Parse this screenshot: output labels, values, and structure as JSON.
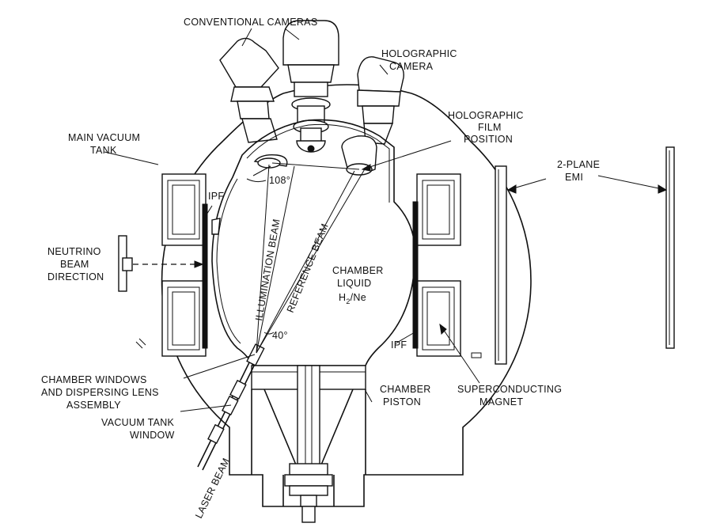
{
  "labels": {
    "conventional_cameras": "CONVENTIONAL CAMERAS",
    "holographic_camera_1": "HOLOGRAPHIC",
    "holographic_camera_2": "CAMERA",
    "holographic_film_1": "HOLOGRAPHIC",
    "holographic_film_2": "FILM",
    "holographic_film_3": "POSITION",
    "main_vacuum_tank_1": "MAIN VACUUM",
    "main_vacuum_tank_2": "TANK",
    "two_plane_emi_1": "2-PLANE",
    "two_plane_emi_2": "EMI",
    "ipf_left": "IPF",
    "ipf_right": "IPF",
    "angle_108": "108°",
    "angle_40": "40°",
    "illumination_beam": "ILLUMINATION BEAM",
    "reference_beam": "REFERENCE BEAM",
    "neutrino_1": "NEUTRINO",
    "neutrino_2": "BEAM",
    "neutrino_3": "DIRECTION",
    "chamber_liquid_1": "CHAMBER",
    "chamber_liquid_2": "LIQUID",
    "chamber_liquid_3": "H",
    "chamber_liquid_sub": "2",
    "chamber_liquid_4": "/Ne",
    "chamber_windows_1": "CHAMBER WINDOWS",
    "chamber_windows_2": "AND DISPERSING LENS",
    "chamber_windows_3": "ASSEMBLY",
    "vacuum_window_1": "VACUUM TANK",
    "vacuum_window_2": "WINDOW",
    "chamber_piston_1": "CHAMBER",
    "chamber_piston_2": "PISTON",
    "superconducting_1": "SUPERCONDUCTING",
    "superconducting_2": "MAGNET",
    "laser_beam": "LASER BEAM"
  }
}
